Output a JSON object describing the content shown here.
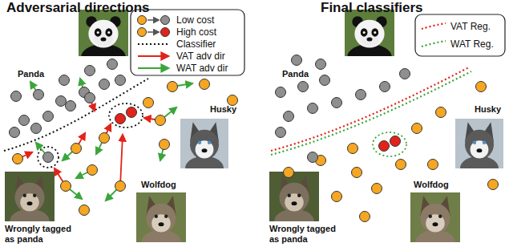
{
  "diagram": {
    "labels": [
      "Adversarial directions",
      "Final classifiers",
      "Panda",
      "Husky",
      "Wolfdog",
      "Wrongly tagged as panda",
      "Panda",
      "Husky",
      "Wolfdog",
      "Wrongly tagged as panda"
    ],
    "legend": [
      {
        "text": "Low cost"
      },
      {
        "text": "High cost"
      },
      {
        "text": "Classifier"
      },
      {
        "text": "VAT adv dir"
      },
      {
        "text": "WAT adv dir"
      },
      {
        "text": "VAT Reg."
      },
      {
        "text": "WAT Reg."
      }
    ]
  }
}
